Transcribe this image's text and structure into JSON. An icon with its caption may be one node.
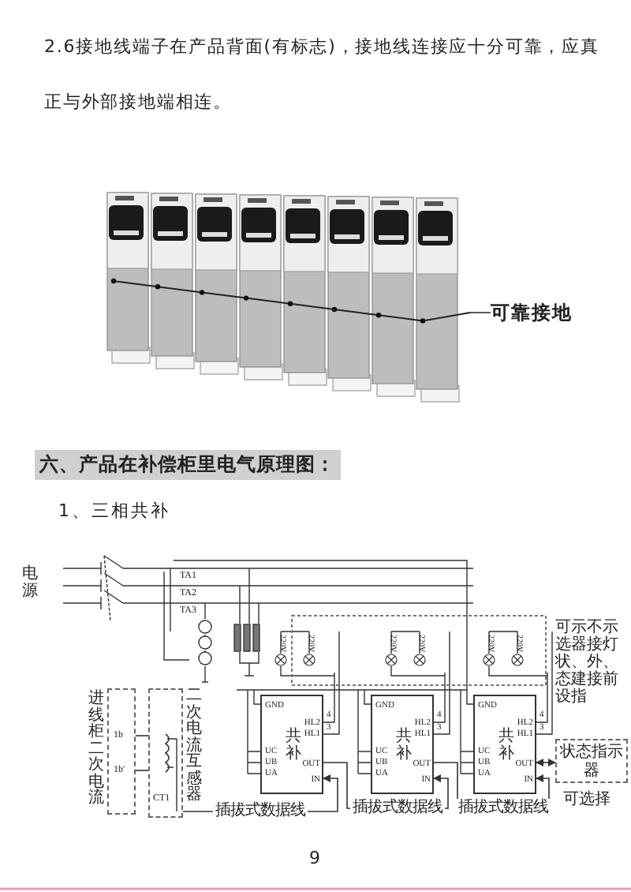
{
  "diagram": {
    "nodes": [
      {
        "text": [],
        "shape": "picture"
      },
      {
        "text": [
          "可靠接地"
        ]
      },
      {
        "text": [
          "1b",
          "1b'"
        ],
        "beside": [
          "进线柜二次电流"
        ]
      },
      {
        "text": [
          "CT1"
        ],
        "beside": [
          "二次电流互感器"
        ]
      },
      {
        "text": [
          "GND",
          "HL2",
          "HL1",
          "UC",
          "UB",
          "UA",
          "共补",
          "OUT",
          "IN"
        ],
        "beside": [
          "4",
          "3"
        ]
      },
      {
        "text": [
          "GND",
          "HL2",
          "HL1",
          "UC",
          "UB",
          "UA",
          "共补",
          "OUT",
          "IN"
        ],
        "beside": [
          "4",
          "3"
        ]
      },
      {
        "text": [
          "GND",
          "HL2",
          "HL1",
          "UC",
          "UB",
          "UA",
          "共补",
          "OUT",
          "IN"
        ],
        "beside": [
          "4",
          "3"
        ]
      },
      {
        "text": [
          "状态指示器"
        ],
        "beside": [
          "可选择"
        ]
      }
    ],
    "edges": [
      {
        "from": 1,
        "to": 0,
        "arrow": "none"
      },
      {
        "from": 3,
        "to": 4,
        "arrow": "to",
        "label": "插拔式数据线"
      },
      {
        "from": 4,
        "to": 5,
        "arrow": "to",
        "label": "插拔式数据线"
      },
      {
        "from": 5,
        "to": 6,
        "arrow": "to",
        "label": "插拔式数据线"
      },
      {
        "from": 6,
        "to": 7,
        "arrow": "both"
      },
      {
        "from": 2,
        "to": 3,
        "arrow": "none"
      },
      {
        "from": 2,
        "to": 3,
        "arrow": "none"
      }
    ],
    "labels": [
      "2.6接地线端子在产品背面(有标志)，接地线连接应十分可靠，应真正与外部接地端相连。",
      "六、产品在补偿柜里电气原理图：",
      "1、三相共补",
      "电源",
      "TA1",
      "TA2",
      "TA3",
      "220V",
      "220V",
      "220V",
      "220V",
      "220V",
      "220V",
      "可示不示选器接灯状、外、态建接前设指",
      "9"
    ]
  }
}
